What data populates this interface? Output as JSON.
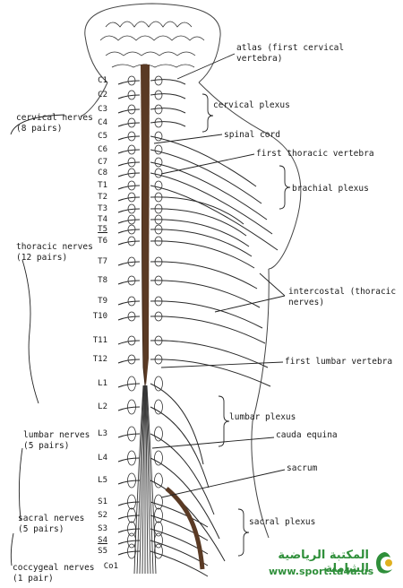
{
  "colors": {
    "ink": "#1a1a1a",
    "cord": "#5a3a24",
    "watermark_green": "#2f8f3a",
    "watermark_yellow": "#e0b020"
  },
  "labels": {
    "atlas_1": "atlas (first cervical",
    "atlas_2": "vertebra)",
    "cervical_plexus": "cervical plexus",
    "spinal_cord": "spinal cord",
    "first_thoracic": "first thoracic vertebra",
    "brachial_plexus": "brachial plexus",
    "intercostal_1": "intercostal (thoracic",
    "intercostal_2": "nerves)",
    "first_lumbar": "first lumbar vertebra",
    "lumbar_plexus": "lumbar plexus",
    "cauda_equina": "cauda equina",
    "sacrum": "sacrum",
    "sacral_plexus": "sacral plexus",
    "cervical_nerves_1": "cervical nerves",
    "cervical_nerves_2": "(8 pairs)",
    "thoracic_nerves_1": "thoracic nerves",
    "thoracic_nerves_2": "(12 pairs)",
    "lumbar_nerves_1": "lumbar nerves",
    "lumbar_nerves_2": "(5 pairs)",
    "sacral_nerves_1": "sacral nerves",
    "sacral_nerves_2": "(5 pairs)",
    "coccygeal_nerves_1": "coccygeal nerves",
    "coccygeal_nerves_2": "(1 pair)"
  },
  "segments": [
    "C1",
    "C2",
    "C3",
    "C4",
    "C5",
    "C6",
    "C7",
    "C8",
    "T1",
    "T2",
    "T3",
    "T4",
    "T5",
    "T6",
    "T7",
    "T8",
    "T9",
    "T10",
    "T11",
    "T12",
    "L1",
    "L2",
    "L3",
    "L4",
    "L5",
    "S1",
    "S2",
    "S3",
    "S4",
    "S5",
    "Co1"
  ],
  "watermark": {
    "arabic": "المكتبة الرياضية الشاملة",
    "url": "www.sport.ta4a.us"
  }
}
